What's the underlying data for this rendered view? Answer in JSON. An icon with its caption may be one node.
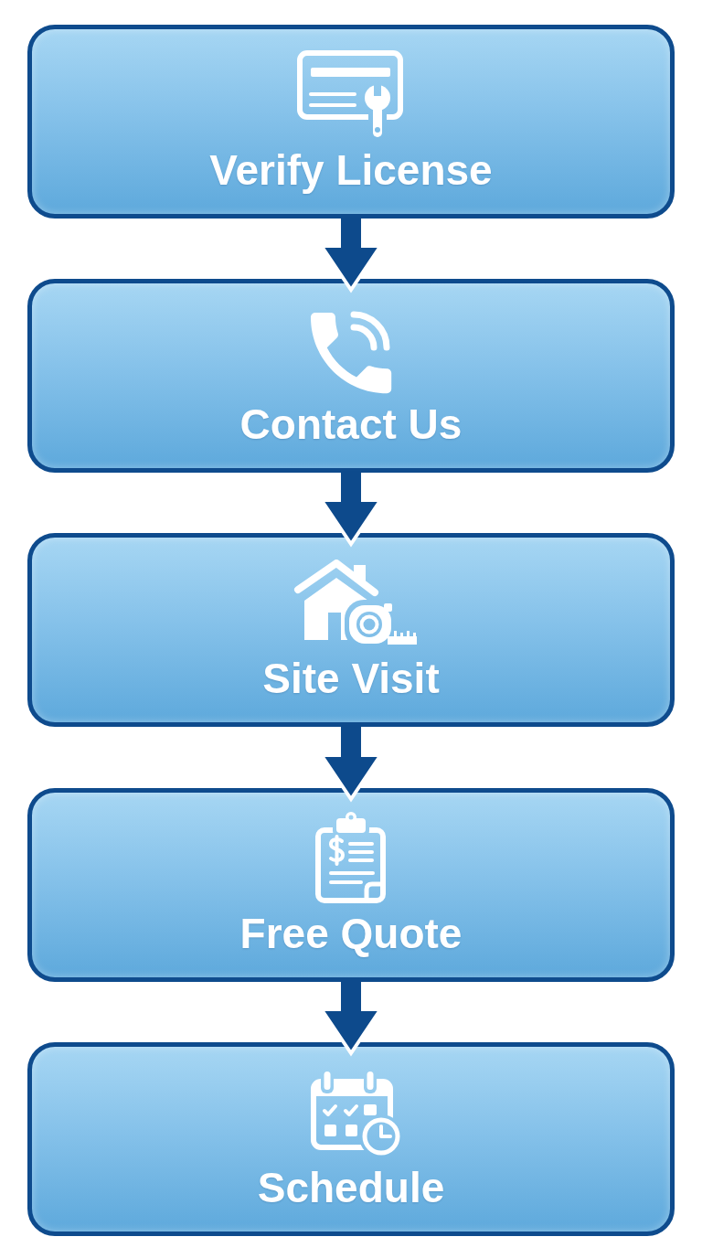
{
  "diagram": {
    "nodes": [
      {
        "text": [
          "Verify License"
        ]
      },
      {
        "text": [
          "Contact Us"
        ]
      },
      {
        "text": [
          "Site Visit"
        ]
      },
      {
        "text": [
          "Free Quote"
        ]
      },
      {
        "text": [
          "Schedule"
        ]
      }
    ],
    "edges": [
      {
        "from": 0,
        "to": 1,
        "arrow": "to"
      },
      {
        "from": 1,
        "to": 2,
        "arrow": "to"
      },
      {
        "from": 2,
        "to": 3,
        "arrow": "to"
      },
      {
        "from": 3,
        "to": 4,
        "arrow": "to"
      }
    ]
  }
}
